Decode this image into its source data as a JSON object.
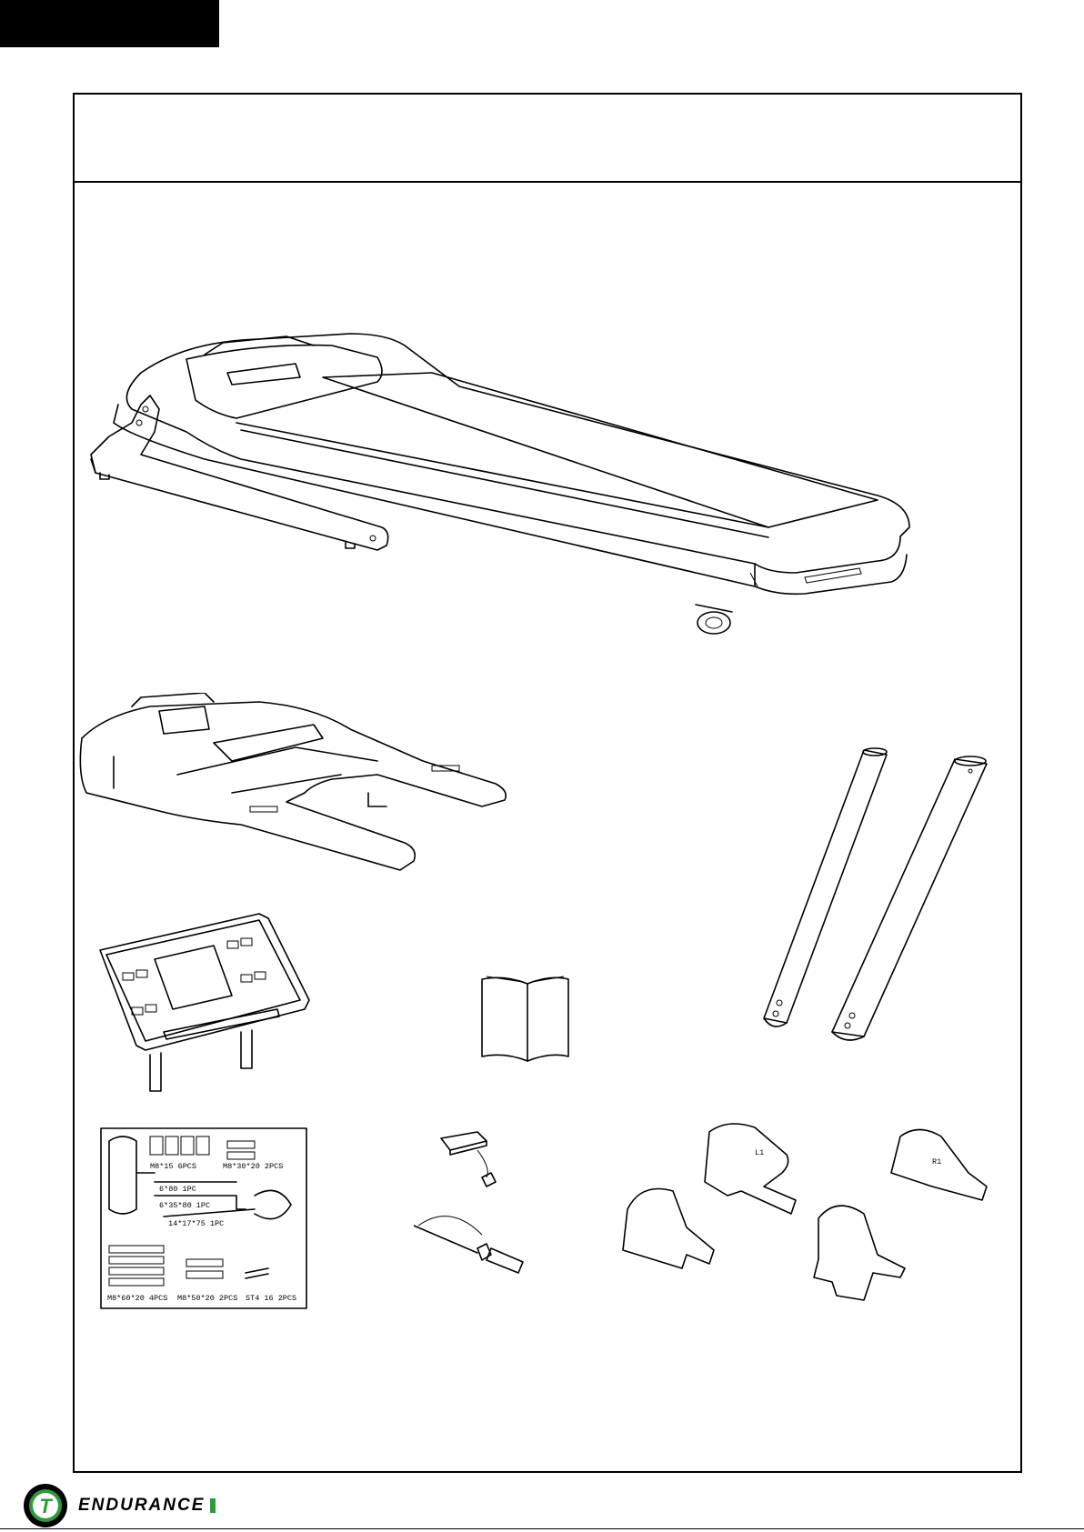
{
  "brand": {
    "name": "ENDURANCE",
    "logo_letter": "T",
    "accent_color": "#2f9a3a"
  },
  "parts": {
    "treadmill": "treadmill-base",
    "handrail": "handrail-frame",
    "console": "console",
    "manual": "manual",
    "uprights": "upright-tubes",
    "hardware_card": {
      "items": [
        "M8*15   6PCS",
        "M8*30*20   2PCS",
        "6*80   1PC",
        "6*35*80   1PC",
        "14*17*75   1PC",
        "M8*60*20   4PCS",
        "M8*50*20   2PCS",
        "ST4  16   2PCS"
      ]
    },
    "safety_key": "safety-key",
    "lubricant": "lubricant-bottle",
    "covers": {
      "left_label": "L1",
      "right_label": "R1"
    }
  }
}
